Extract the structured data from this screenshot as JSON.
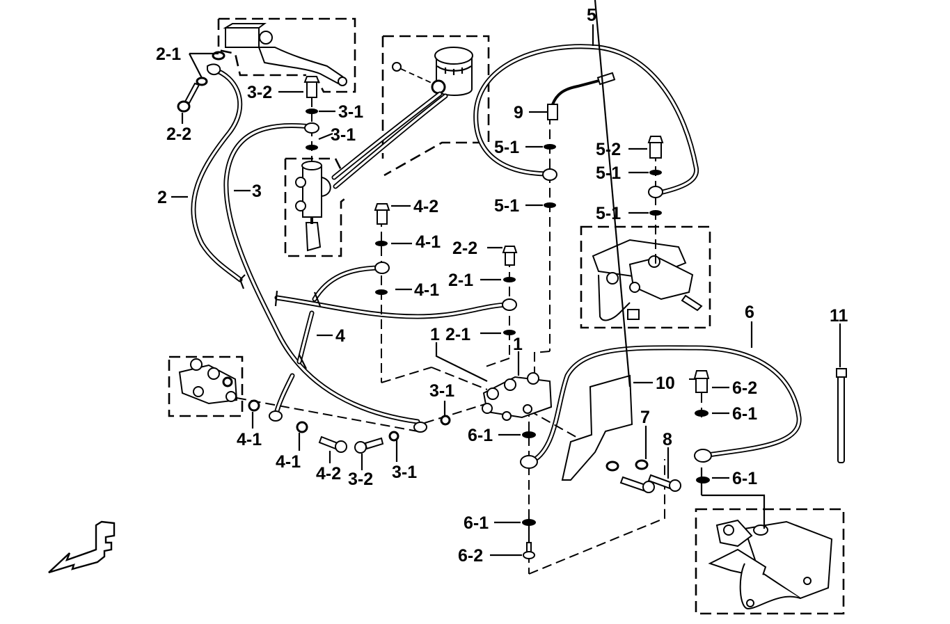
{
  "diagram": {
    "title": "Brake hose / master cylinder / combined brake system exploded parts diagram",
    "orientation_marker": "F",
    "callouts": [
      {
        "id": "c-2-1-top",
        "part": "2-1",
        "label": "2-1"
      },
      {
        "id": "c-2-2-top",
        "part": "2-2",
        "label": "2-2"
      },
      {
        "id": "c-2",
        "part": "2",
        "label": "2"
      },
      {
        "id": "c-3",
        "part": "3",
        "label": "3"
      },
      {
        "id": "c-3-2-top",
        "part": "3-2",
        "label": "3-2"
      },
      {
        "id": "c-3-1-a",
        "part": "3-1",
        "label": "3-1"
      },
      {
        "id": "c-3-1-b",
        "part": "3-1",
        "label": "3-1"
      },
      {
        "id": "c-5",
        "part": "5",
        "label": "5"
      },
      {
        "id": "c-9",
        "part": "9",
        "label": "9"
      },
      {
        "id": "c-5-1-a",
        "part": "5-1",
        "label": "5-1"
      },
      {
        "id": "c-5-1-b",
        "part": "5-1",
        "label": "5-1"
      },
      {
        "id": "c-5-2",
        "part": "5-2",
        "label": "5-2"
      },
      {
        "id": "c-5-1-c",
        "part": "5-1",
        "label": "5-1"
      },
      {
        "id": "c-5-1-d",
        "part": "5-1",
        "label": "5-1"
      },
      {
        "id": "c-4-2-top",
        "part": "4-2",
        "label": "4-2"
      },
      {
        "id": "c-4-1-a",
        "part": "4-1",
        "label": "4-1"
      },
      {
        "id": "c-2-2-mid",
        "part": "2-2",
        "label": "2-2"
      },
      {
        "id": "c-2-1-mid",
        "part": "2-1",
        "label": "2-1"
      },
      {
        "id": "c-4-1-b",
        "part": "4-1",
        "label": "4-1"
      },
      {
        "id": "c-4",
        "part": "4",
        "label": "4"
      },
      {
        "id": "c-1-a",
        "part": "1",
        "label": "1"
      },
      {
        "id": "c-2-1-low",
        "part": "2-1",
        "label": "2-1"
      },
      {
        "id": "c-1-b",
        "part": "1",
        "label": "1"
      },
      {
        "id": "c-6",
        "part": "6",
        "label": "6"
      },
      {
        "id": "c-11",
        "part": "11",
        "label": "11"
      },
      {
        "id": "c-10",
        "part": "10",
        "label": "10"
      },
      {
        "id": "c-6-2-top",
        "part": "6-2",
        "label": "6-2"
      },
      {
        "id": "c-6-1-a",
        "part": "6-1",
        "label": "6-1"
      },
      {
        "id": "c-3-1-c",
        "part": "3-1",
        "label": "3-1"
      },
      {
        "id": "c-7",
        "part": "7",
        "label": "7"
      },
      {
        "id": "c-8",
        "part": "8",
        "label": "8"
      },
      {
        "id": "c-6-1-b",
        "part": "6-1",
        "label": "6-1"
      },
      {
        "id": "c-6-1-c",
        "part": "6-1",
        "label": "6-1"
      },
      {
        "id": "c-4-1-c",
        "part": "4-1",
        "label": "4-1"
      },
      {
        "id": "c-4-1-d",
        "part": "4-1",
        "label": "4-1"
      },
      {
        "id": "c-4-2-low",
        "part": "4-2",
        "label": "4-2"
      },
      {
        "id": "c-3-2-low",
        "part": "3-2",
        "label": "3-2"
      },
      {
        "id": "c-3-1-d",
        "part": "3-1",
        "label": "3-1"
      },
      {
        "id": "c-6-1-d",
        "part": "6-1",
        "label": "6-1"
      },
      {
        "id": "c-6-2-low",
        "part": "6-2",
        "label": "6-2"
      }
    ],
    "assemblies": [
      {
        "name": "front-master-cylinder-lever",
        "boxed": true
      },
      {
        "name": "brake-fluid-reservoir",
        "boxed": true
      },
      {
        "name": "rear-master-cylinder",
        "boxed": true
      },
      {
        "name": "front-brake-caliper",
        "boxed": true
      },
      {
        "name": "three-way-joint-inset",
        "boxed": true
      },
      {
        "name": "rear-brake-caliper",
        "boxed": true
      },
      {
        "name": "brake-hose-joint",
        "boxed": false
      },
      {
        "name": "hose-guide-plate",
        "boxed": false
      },
      {
        "name": "cable-tie",
        "boxed": false
      },
      {
        "name": "brake-light-switch",
        "boxed": false
      }
    ],
    "colors": {
      "ink": "#000000",
      "paper": "#ffffff"
    }
  }
}
